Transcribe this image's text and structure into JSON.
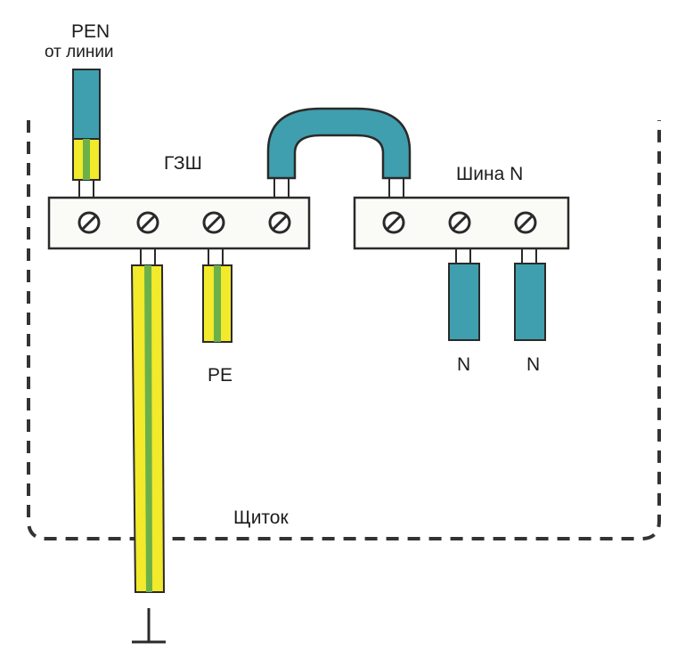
{
  "labels": {
    "pen_line_1": "PEN",
    "pen_line_2": "от линии",
    "gzsh": "ГЗШ",
    "bus_n": "Шина N",
    "pe": "PE",
    "n1": "N",
    "n2": "N",
    "panel": "Щиток"
  },
  "colors": {
    "conductor_blue": "#3f9fae",
    "conductor_yellow": "#f2ea2a",
    "stripe_green": "#6cb04a",
    "outline": "#2a2a2a",
    "dashed_border": "#333333",
    "busbar_fill": "#fafaf7"
  },
  "icons": {
    "terminal": "screw-terminal-icon",
    "ground": "earth-ground-icon"
  }
}
